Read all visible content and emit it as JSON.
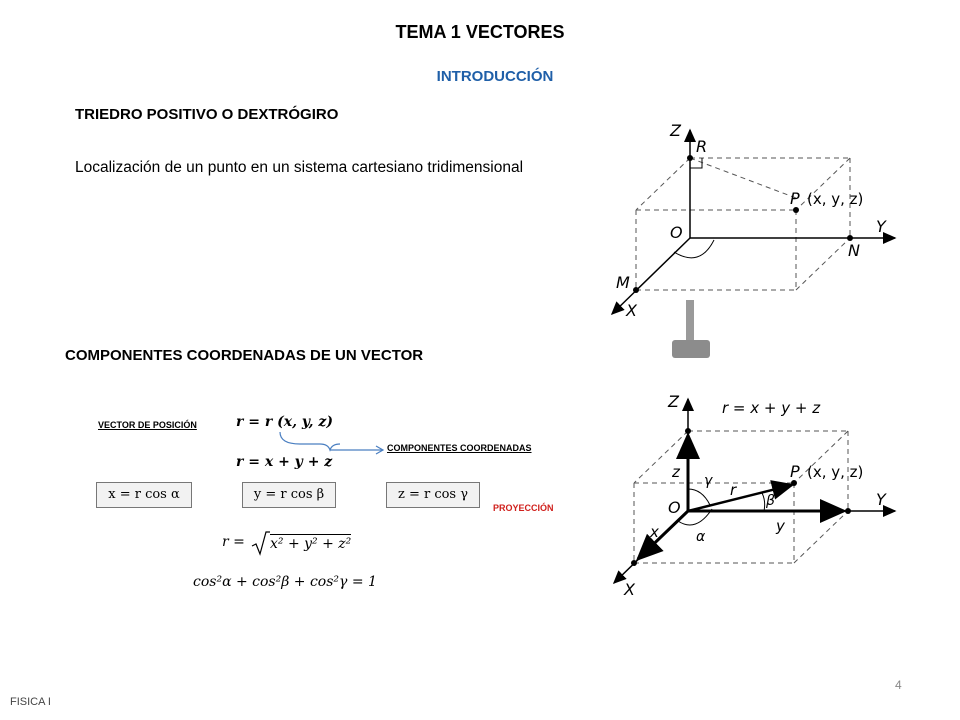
{
  "page": {
    "title": "TEMA 1 VECTORES",
    "subtitle": "INTRODUCCIÓN",
    "footer": "FISICA I",
    "page_number": "4"
  },
  "section1": {
    "heading": "TRIEDRO POSITIVO O DEXTRÓGIRO",
    "text": "Localización de un punto en un sistema cartesiano tridimensional",
    "figure": {
      "axis_z": "Z",
      "axis_y": "Y",
      "axis_x": "X",
      "origin": "O",
      "point_r": "R",
      "point_p": "P",
      "point_p_coords": "(x, y, z)",
      "point_n": "N",
      "point_m": "M"
    }
  },
  "section2": {
    "heading": "COMPONENTES  COORDENADAS DE UN VECTOR",
    "label_position_vector": "VECTOR DE POSICIÓN",
    "eq_position": "r = r (x, y, z)",
    "eq_sum": "r = x + y + z",
    "label_components": "COMPONENTES  COORDENADAS",
    "box_x": "x = r cos α",
    "box_y": "y = r cos β",
    "box_z": "z = r cos γ",
    "label_projection": "PROYECCIÓN",
    "eq_modulus_left": "r =",
    "eq_modulus_radicand": "x² + y² + z²",
    "eq_cosines": "cos²α + cos²β + cos²γ = 1",
    "figure": {
      "axis_z": "Z",
      "axis_y": "Y",
      "axis_x": "X",
      "origin": "O",
      "point_p": "P",
      "point_p_coords": "(x, y, z)",
      "vector_eq": "r = x + y + z",
      "vec_z": "z",
      "vec_x": "x",
      "vec_y": "y",
      "vec_r": "r",
      "angle_alpha": "α",
      "angle_beta": "β",
      "angle_gamma": "γ"
    }
  }
}
